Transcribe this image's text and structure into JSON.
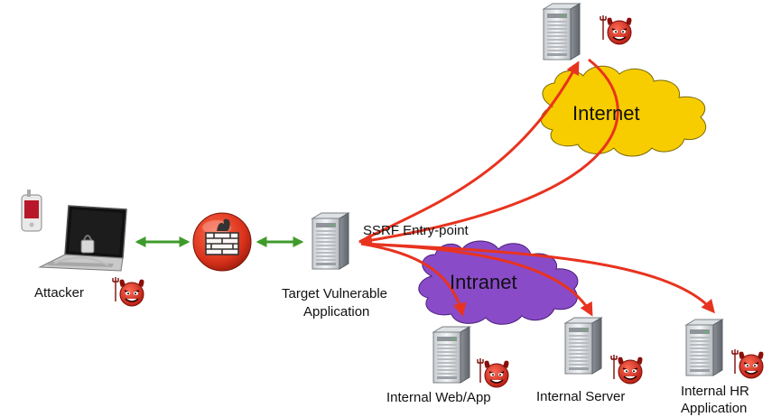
{
  "labels": {
    "attacker": "Attacker",
    "target_line1": "Target Vulnerable",
    "target_line2": "Application",
    "ssrf": "SSRF Entry-point",
    "internet": "Internet",
    "intranet": "Intranet",
    "internal_web": "Internal Web/App",
    "internal_server": "Internal Server",
    "internal_hr_line1": "Internal HR",
    "internal_hr_line2": "Application"
  },
  "colors": {
    "internet_cloud": "#f7cd00",
    "intranet_cloud": "#8a4bc8",
    "attack_arrow": "#e8331f",
    "link_arrow": "#3e9b2b",
    "firewall": "#d9321c",
    "devil": "#d8261c"
  },
  "icons": [
    "laptop-icon",
    "firewall-icon",
    "server-icon",
    "devil-icon",
    "cloud-icon"
  ]
}
